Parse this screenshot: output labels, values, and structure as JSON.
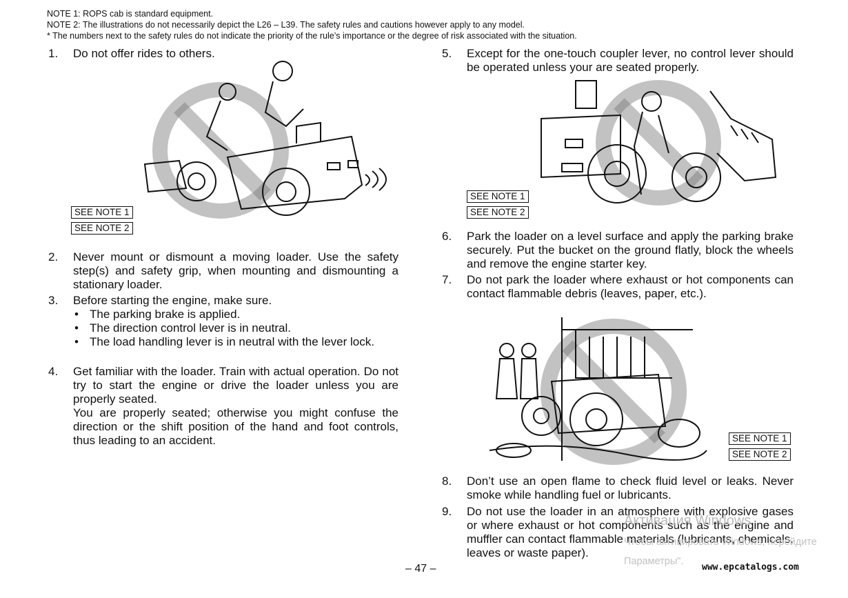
{
  "notes": [
    "NOTE 1: ROPS cab is standard equipment.",
    "NOTE 2: The illustrations do not necessarily depict the L26 – L39. The safety rules and cautions however apply to any model.",
    " * The numbers next to the safety rules do not indicate the priority of the rule’s importance or the degree of risk associated with the situation."
  ],
  "tags": {
    "note1": "SEE NOTE 1",
    "note2": "SEE NOTE 2"
  },
  "rules": {
    "r1": {
      "num": "1.",
      "text": "Do not offer rides to others."
    },
    "r2": {
      "num": "2.",
      "text": "Never mount or dismount a moving loader. Use the safety step(s) and safety grip, when mounting and dismounting a stationary loader."
    },
    "r3": {
      "num": "3.",
      "text": "Before starting the engine, make sure.",
      "bullets": [
        "The parking brake is applied.",
        "The direction control lever is in neutral.",
        "The load handling lever is in neutral with the lever lock."
      ]
    },
    "r4": {
      "num": "4.",
      "text": "Get familiar with the loader. Train with actual operation. Do not try to start the engine or drive the loader unless you are properly seated.",
      "text2": "You are properly seated; otherwise you might confuse the direction or the shift position of the hand and foot controls, thus leading to an accident."
    },
    "r5": {
      "num": "5.",
      "text": "Except for the one-touch coupler lever, no control lever should be operated unless your are seated properly."
    },
    "r6": {
      "num": "6.",
      "text": "Park the loader on a level surface and apply the parking brake securely. Put the bucket on the ground flatly, block the wheels and remove the engine starter key."
    },
    "r7": {
      "num": "7.",
      "text": "Do not park the loader where exhaust or hot components can contact flammable debris (leaves, paper, etc.)."
    },
    "r8": {
      "num": "8.",
      "text": "Don’t use an open flame to check fluid level or leaks. Never smoke while handling fuel or lubricants."
    },
    "r9": {
      "num": "9.",
      "text": "Do not use the loader in an atmosphere with explosive gases or where exhaust or hot components such as the engine and muffler can contact flammable materials (lubricants, chemicals, leaves or waste paper)."
    }
  },
  "page_number": "– 47 –",
  "footer_url": "www.epcatalogs.com",
  "watermark": {
    "line1": "Активация Windows",
    "line2": "Чтобы активировать Windows, перейдите",
    "line3": "Параметры\"."
  }
}
